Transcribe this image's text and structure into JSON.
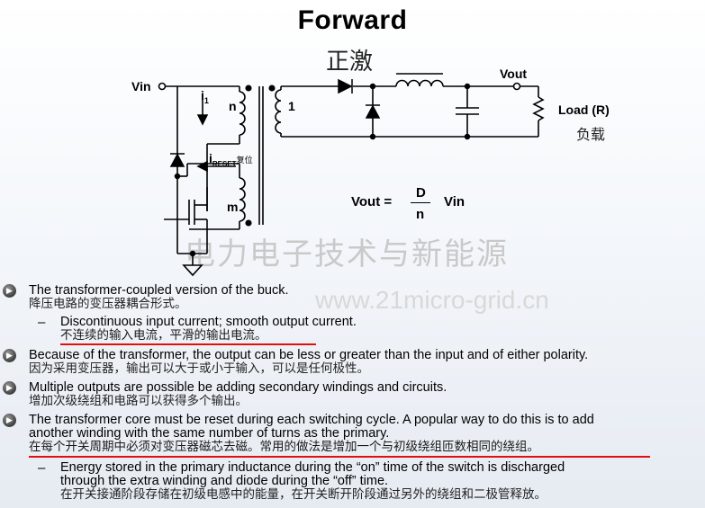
{
  "title": "Forward",
  "title_cn": "正激",
  "watermark": {
    "line1": "电力电子技术与新能源",
    "line2": "www.21micro-grid.cn"
  },
  "circuit": {
    "vin_label": "Vin",
    "vout_label": "Vout",
    "load_label": "Load (R)",
    "load_label_cn": "负载",
    "i1_label": "i",
    "i1_sub": "1",
    "ireset_label": "i",
    "ireset_sub": "RESET",
    "ireset_cn": "复位",
    "n_label": "n",
    "one_label": "1",
    "m_label": "m",
    "formula": {
      "lhs": "Vout =",
      "num": "D",
      "den": "n",
      "rhs": "Vin"
    }
  },
  "bullets": [
    {
      "en": "The transformer-coupled version of the buck.",
      "cn": "降压电路的变压器耦合形式。"
    },
    {
      "en": "Discontinuous input current; smooth output current.",
      "cn": "不连续的输入电流，平滑的输出电流。"
    },
    {
      "en": "Because of the transformer, the output can be less or greater than the input and of either polarity.",
      "cn": "因为采用变压器，输出可以大于或小于输入，可以是任何极性。"
    },
    {
      "en": "Multiple outputs are possible be adding secondary windings and circuits.",
      "cn": "增加次级绕组和电路可以获得多个输出。"
    },
    {
      "en1": "The transformer core must be reset during each switching cycle.  A popular way to do this is to add",
      "en2": "another winding with the same number of turns as the primary.",
      "cn": "在每个开关周期中必须对变压器磁芯去磁。常用的做法是增加一个与初级绕组匝数相同的绕组。"
    },
    {
      "en1": "Energy stored in the primary inductance during the “on” time of the switch is discharged",
      "en2": "through the extra winding and diode during the “off” time.",
      "cn": "在开关接通阶段存储在初级电感中的能量，在开关断开阶段通过另外的绕组和二极管释放。"
    }
  ],
  "colors": {
    "underline": "#e01010",
    "bullet_icon": "#4a4a4a"
  }
}
